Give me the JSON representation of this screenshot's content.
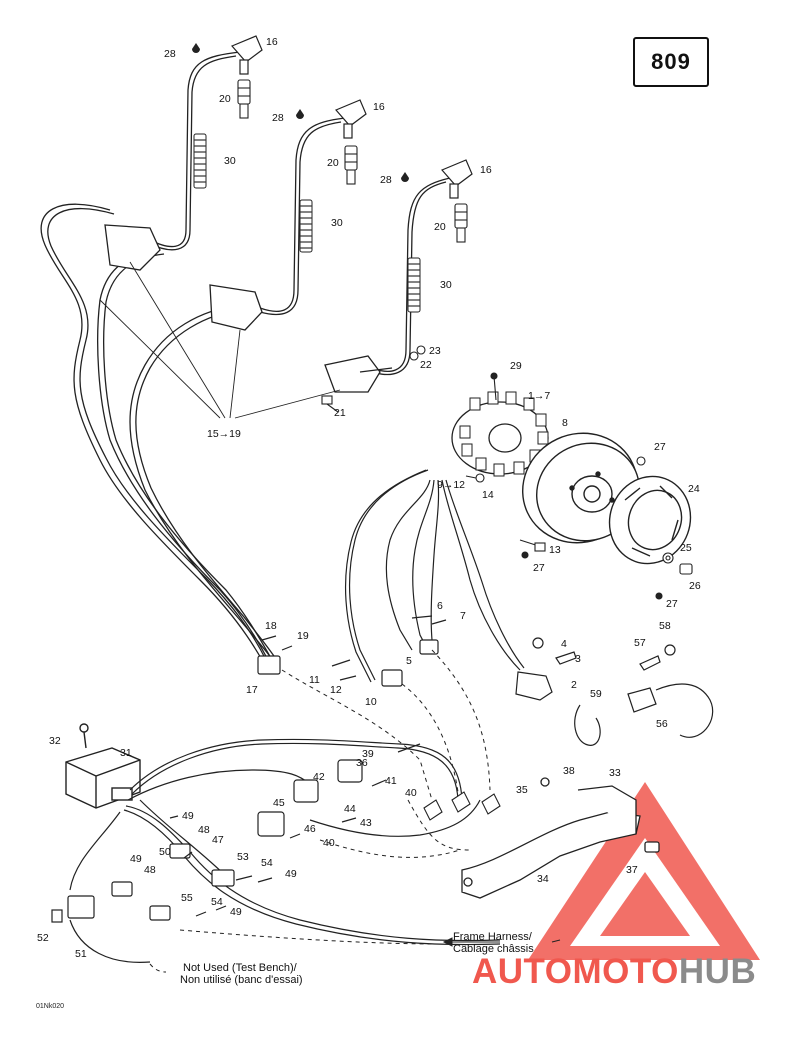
{
  "page_number": "809",
  "drawing_code": "01Nk020",
  "callouts": {
    "c16a": "16",
    "c28a": "28",
    "c20a": "20",
    "c16b": "16",
    "c28b": "28",
    "c20b": "20",
    "c16c": "16",
    "c28c": "28",
    "c20c": "20",
    "c30a": "30",
    "c30b": "30",
    "c30c": "30",
    "c23": "23",
    "c22": "22",
    "c21": "21",
    "c15_19": "15→19",
    "c29": "29",
    "c1_7": "1→7",
    "c8": "8",
    "c27a": "27",
    "c24": "24",
    "c9_12": "9→12",
    "c14": "14",
    "c13": "13",
    "c27b": "27",
    "c25": "25",
    "c26": "26",
    "c27c": "27",
    "c6": "6",
    "c7": "7",
    "c5": "5",
    "c4": "4",
    "c3": "3",
    "c2": "2",
    "c57": "57",
    "c58": "58",
    "c59": "59",
    "c56": "56",
    "c18": "18",
    "c19": "19",
    "c17": "17",
    "c11": "11",
    "c12": "12",
    "c10": "10",
    "c32": "32",
    "c31": "31",
    "c39": "39",
    "c36": "36",
    "c42": "42",
    "c41": "41",
    "c40a": "40",
    "c35": "35",
    "c38": "38",
    "c33": "33",
    "c45": "45",
    "c44": "44",
    "c43": "43",
    "c46": "46",
    "c40b": "40",
    "c49a": "49",
    "c48a": "48",
    "c47": "47",
    "c50": "50",
    "c49b": "49",
    "c48b": "48",
    "c53": "53",
    "c54a": "54",
    "c49c": "49",
    "c55": "55",
    "c54b": "54",
    "c49d": "49",
    "c37": "37",
    "c34": "34",
    "c52": "52",
    "c51": "51"
  },
  "notes": {
    "frame_harness_en": "Frame Harness/",
    "frame_harness_fr": "Câblage châssis",
    "not_used_en": "Not Used (Test Bench)/",
    "not_used_fr": "Non utilisé (banc d'essai)"
  },
  "watermark": {
    "part1": "AUTO",
    "part2": "MOTO",
    "part3": "HUB",
    "accent_color": "#f0584e",
    "dark_color": "#8b8b8b"
  }
}
